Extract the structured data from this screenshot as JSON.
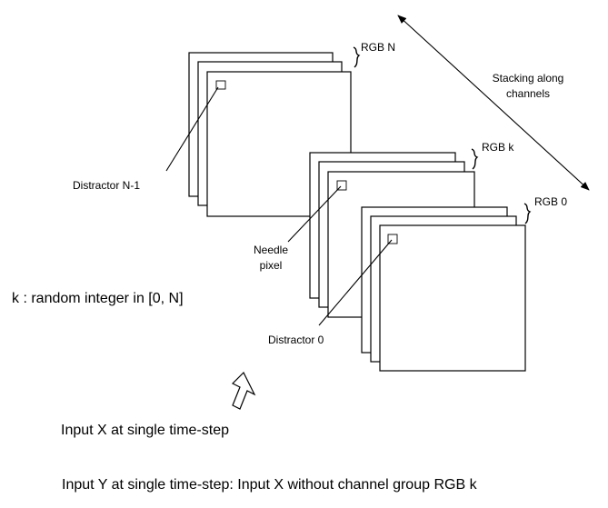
{
  "labels": {
    "stacking_line1": "Stacking along",
    "stacking_line2": "channels",
    "rgb_n": "RGB N",
    "rgb_k": "RGB k",
    "rgb_0": "RGB 0",
    "distractor_n1": "Distractor N-1",
    "needle_line1": "Needle",
    "needle_line2": "pixel",
    "distractor_0": "Distractor 0",
    "k_definition": "k : random integer in [0, N]",
    "input_x": "Input X at single time-step",
    "input_y": "Input Y at single time-step: Input X without channel group RGB k"
  }
}
